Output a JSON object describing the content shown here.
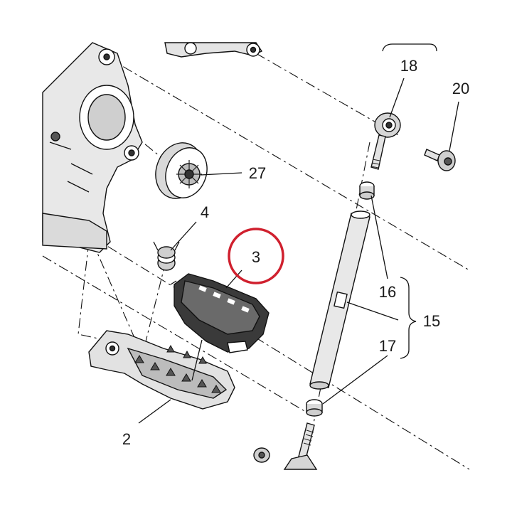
{
  "diagram": {
    "callouts": {
      "c2": "2",
      "c3": "3",
      "c4": "4",
      "c15": "15",
      "c16": "16",
      "c17": "17",
      "c18": "18",
      "c20": "20",
      "c27": "27"
    },
    "highlight_color": "#d0202e",
    "ink_color": "#111111",
    "highlighted_part": "3"
  }
}
